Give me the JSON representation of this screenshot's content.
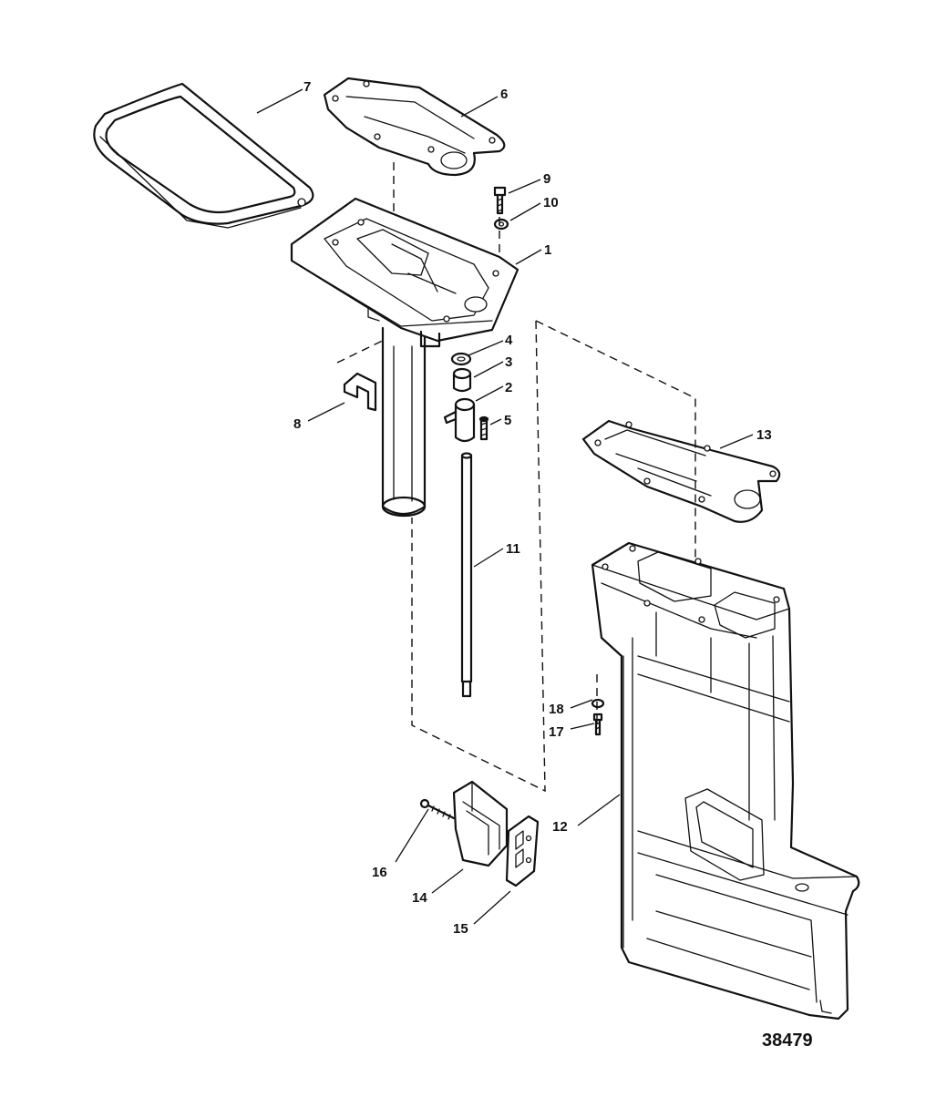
{
  "callouts": [
    {
      "id": "c1",
      "label": "1"
    },
    {
      "id": "c2",
      "label": "2"
    },
    {
      "id": "c3",
      "label": "3"
    },
    {
      "id": "c4",
      "label": "4"
    },
    {
      "id": "c5",
      "label": "5"
    },
    {
      "id": "c6",
      "label": "6"
    },
    {
      "id": "c7",
      "label": "7"
    },
    {
      "id": "c8",
      "label": "8"
    },
    {
      "id": "c9",
      "label": "9"
    },
    {
      "id": "c10",
      "label": "10"
    },
    {
      "id": "c11",
      "label": "11"
    },
    {
      "id": "c12",
      "label": "12"
    },
    {
      "id": "c13",
      "label": "13"
    },
    {
      "id": "c14",
      "label": "14"
    },
    {
      "id": "c15",
      "label": "15"
    },
    {
      "id": "c16",
      "label": "16"
    },
    {
      "id": "c17",
      "label": "17"
    },
    {
      "id": "c18",
      "label": "18"
    }
  ],
  "figure_number": "38479",
  "colors": {
    "ink": "#111111",
    "paper": "#ffffff"
  }
}
